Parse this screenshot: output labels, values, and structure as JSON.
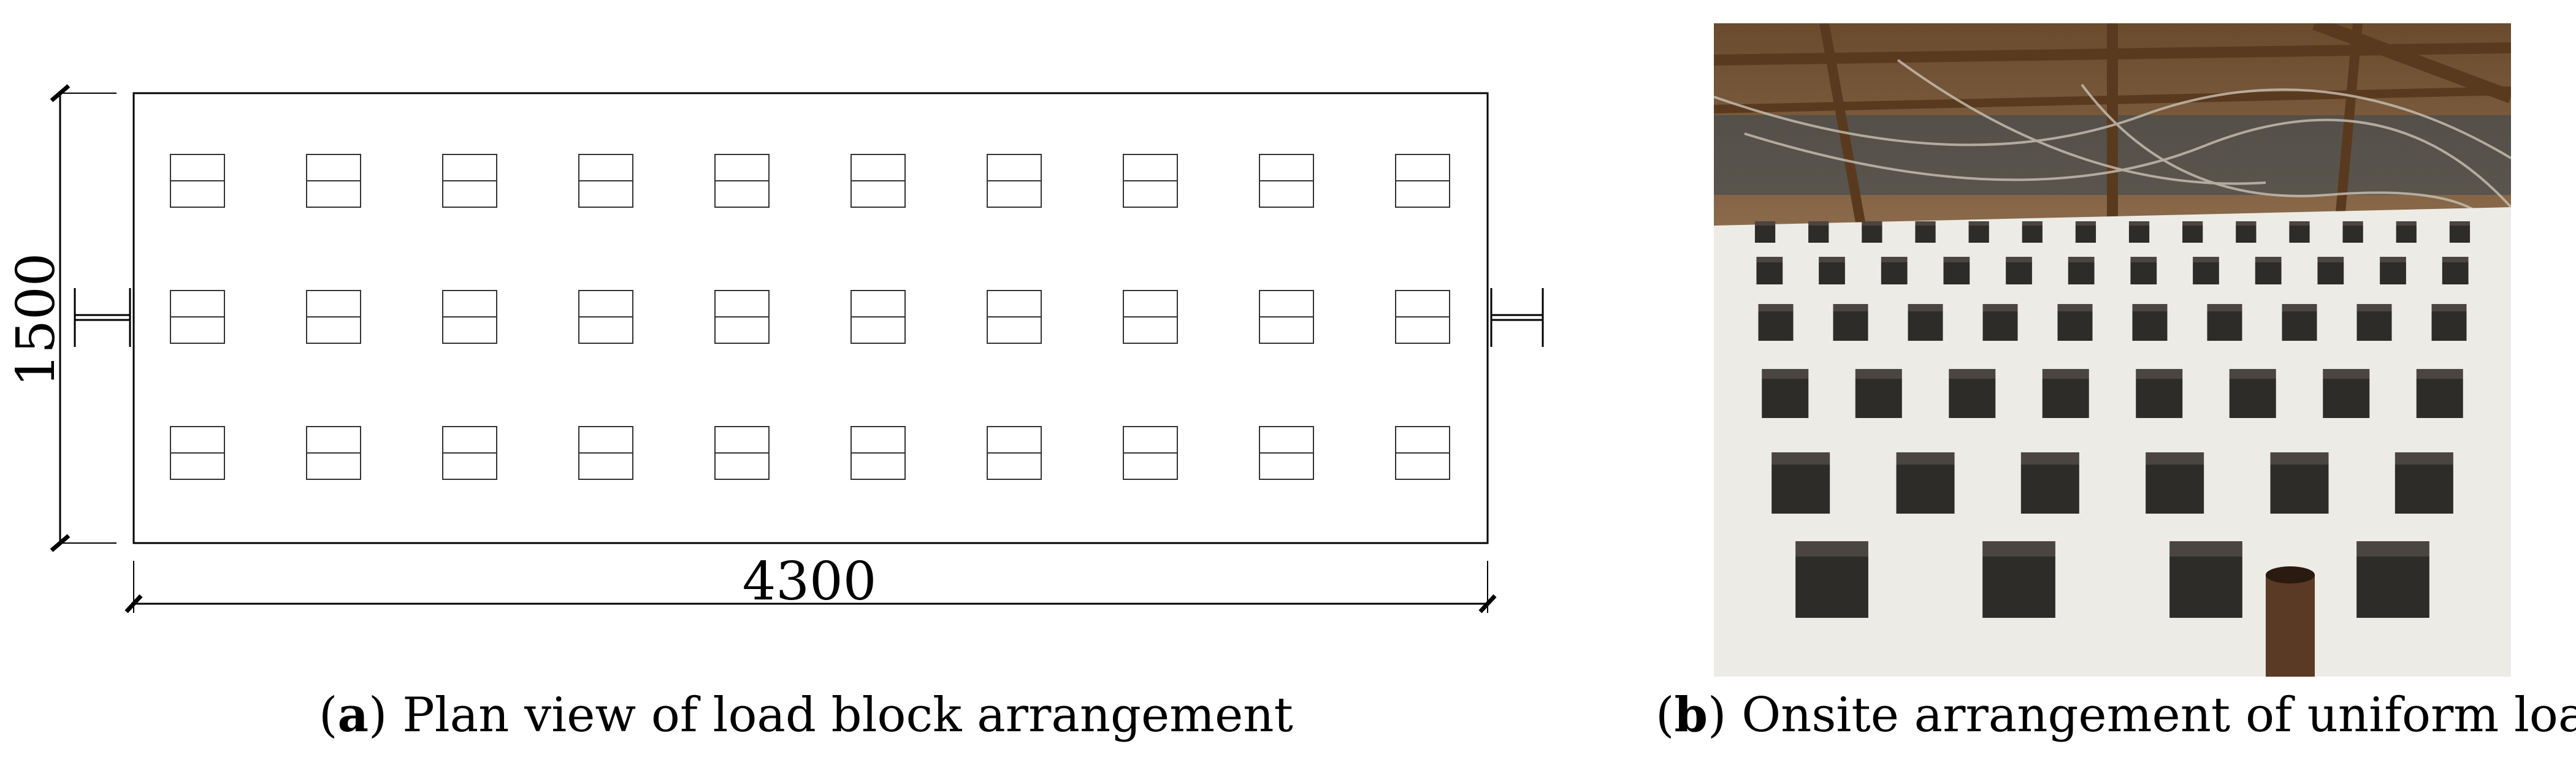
{
  "figure_a": {
    "dimensions": {
      "height_label": "1500",
      "width_label": "4300"
    },
    "block_grid": {
      "rows": 3,
      "columns": 10
    },
    "caption": {
      "letter": "a",
      "text": " Plan view of load block arrangement"
    }
  },
  "figure_b": {
    "photo_description": "onsite-uniform-load-photo",
    "caption": {
      "letter": "b",
      "text": " Onsite arrangement of uniform load"
    }
  },
  "colors": {
    "line": "#000000",
    "block_line": "#333333",
    "floor_white": "#e9e8e3",
    "weight_dark": "#2e2c29",
    "frame_wood": "#7a4e2a"
  }
}
